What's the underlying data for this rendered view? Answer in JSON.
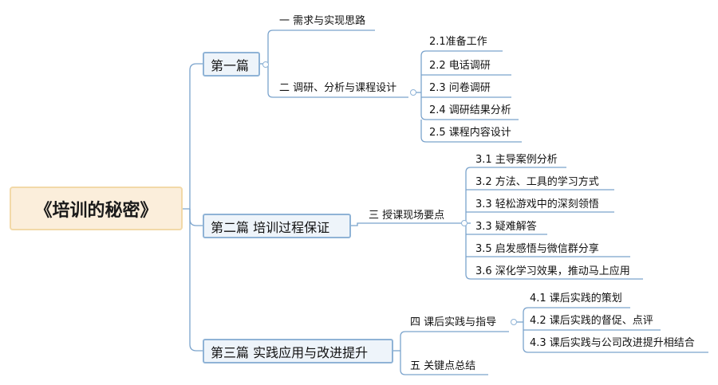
{
  "root": {
    "label": "《培训的秘密》"
  },
  "part1": {
    "label": "第一篇",
    "items": {
      "demand": "一 需求与实现思路",
      "design": "二 调研、分析与课程设计",
      "steps": [
        "2.1准备工作",
        "2.2 电话调研",
        "2.3 问卷调研",
        "2.4 调研结果分析",
        "2.5 课程内容设计"
      ]
    }
  },
  "part2": {
    "label": "第二篇  培训过程保证",
    "items": {
      "points": "三 授课现场要点",
      "steps": [
        "3.1 主导案例分析",
        "3.2 方法、工具的学习方式",
        "3.3 轻松游戏中的深刻领悟",
        "3.3 疑难解答",
        "3.5 启发感悟与微信群分享",
        "3.6 深化学习效果，推动马上应用"
      ]
    }
  },
  "part3": {
    "label": "第三篇  实践应用与改进提升",
    "items": {
      "practice": "四 课后实践与指导",
      "steps": [
        "4.1 课后实践的策划",
        "4.2 课后实践的督促、点评",
        "4.3 课后实践与公司改进提升相结合"
      ],
      "summary": "五 关键点总结"
    }
  },
  "colors": {
    "line": "#6e98c4",
    "root_fill": "#fbeedb",
    "node_fill": "#eef4fa",
    "node_border": "#8fb3d6"
  }
}
